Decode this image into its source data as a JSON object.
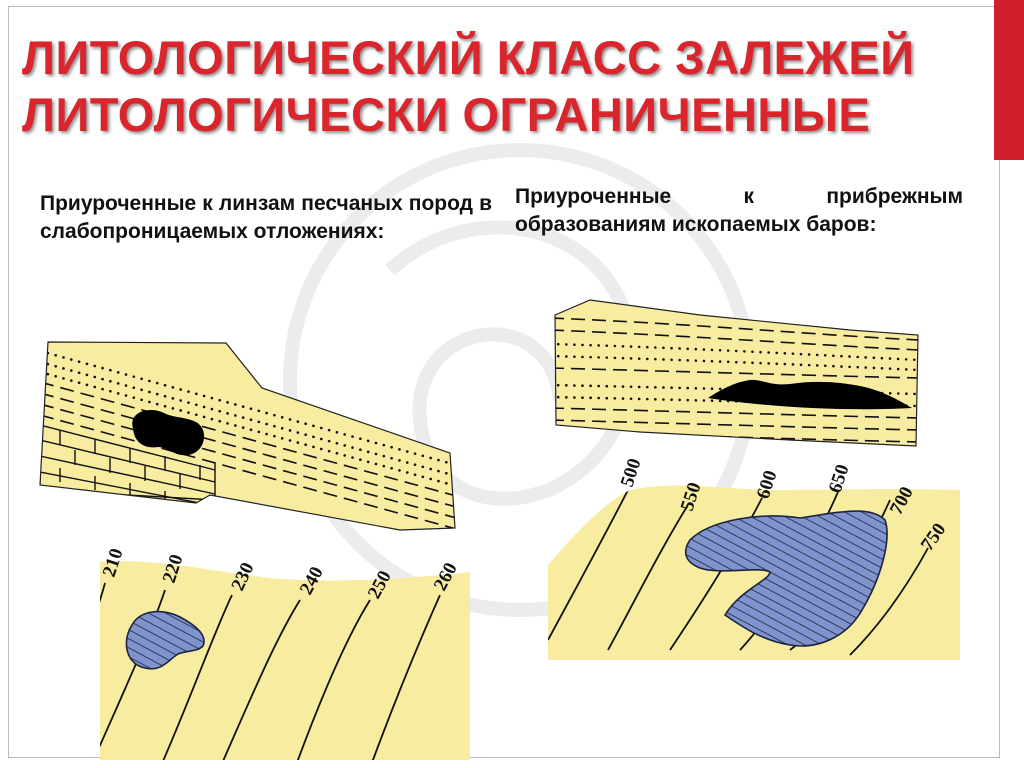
{
  "title": {
    "line1": "ЛИТОЛОГИЧЕСКИЙ КЛАСС ЗАЛЕЖЕЙ",
    "line2": "ЛИТОЛОГИЧЕСКИ ОГРАНИЧЕННЫЕ"
  },
  "left_panel": {
    "caption": "Приуроченные к линзам песчаных пород в слабопроницаемых отложениях:",
    "map_contours": [
      "210",
      "220",
      "230",
      "240",
      "250",
      "260"
    ]
  },
  "right_panel": {
    "caption": "Приуроченные к прибрежным образованиям ископаемых баров:",
    "map_contours": [
      "500",
      "550",
      "600",
      "650",
      "700",
      "750"
    ]
  },
  "colors": {
    "title_red": "#d9252b",
    "accent_bar": "#d0202d",
    "sediment_yellow": "#f7eca0",
    "deposit_blue": "#7f93cc",
    "oil_black": "#000000"
  }
}
